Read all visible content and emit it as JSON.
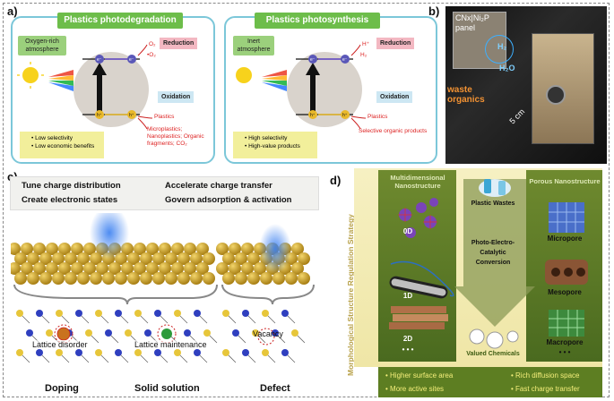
{
  "panels": {
    "a": "a)",
    "b": "b)",
    "c": "c)",
    "d": "d)"
  },
  "a": {
    "left": {
      "header": "Plastics photodegradation",
      "atmosphere": "Oxygen-rich atmosphere",
      "reduction": "Reduction",
      "oxidation": "Oxidation",
      "product_red": "•O₂",
      "o2": "O₂",
      "plastics": "Plastics",
      "products": "Microplastics; Nanoplastics; Organic fragments; CO₂",
      "bullets": [
        "Low selectivity",
        "Low economic benefits"
      ]
    },
    "right": {
      "header": "Plastics photosynthesis",
      "atmosphere": "Inert atmosphere",
      "reduction": "Reduction",
      "oxidation": "Oxidation",
      "hplus": "H⁺",
      "h2": "H₂",
      "plastics": "Plastics",
      "products": "Selective organic products",
      "bullets": [
        "High selectivity",
        "High-value products"
      ]
    },
    "electron": "e⁻",
    "hole": "h⁺"
  },
  "b": {
    "panel": "CNx|Ni₂P panel",
    "h2": "H₂",
    "h2o": "H₂O",
    "waste": "waste organics",
    "scale": "5 cm"
  },
  "c": {
    "points": [
      "Tune charge distribution",
      "Create electronic states",
      "Accelerate charge transfer",
      "Govern adsorption & activation"
    ],
    "lattice1": "Lattice disorder",
    "lattice2": "Lattice maintenance",
    "vacancy": "Vacancy",
    "labels": [
      "Doping",
      "Solid solution",
      "Defect"
    ]
  },
  "d": {
    "strategy": "Morphological Structure Regulation Strategy",
    "left_title": "Multidimensional Nanostructure",
    "dims": [
      "0D",
      "1D",
      "2D"
    ],
    "dots": "• • •",
    "center_top": "Plastic Wastes",
    "center_mid": "Photo-Electro-Catalytic Conversion",
    "center_bottom": "Valued Chemicals",
    "right_title": "Porous Nanostructure",
    "pores": [
      "Micropore",
      "Mesopore",
      "Macropore"
    ],
    "bottom": [
      "Higher surface area",
      "Rich diffusion space",
      "More active sites",
      "Fast charge transfer"
    ]
  },
  "colors": {
    "green": "#6dbd4a",
    "teal": "#7cc7d9",
    "olive": "#5d7e22",
    "yellow": "#f2ef9b"
  }
}
